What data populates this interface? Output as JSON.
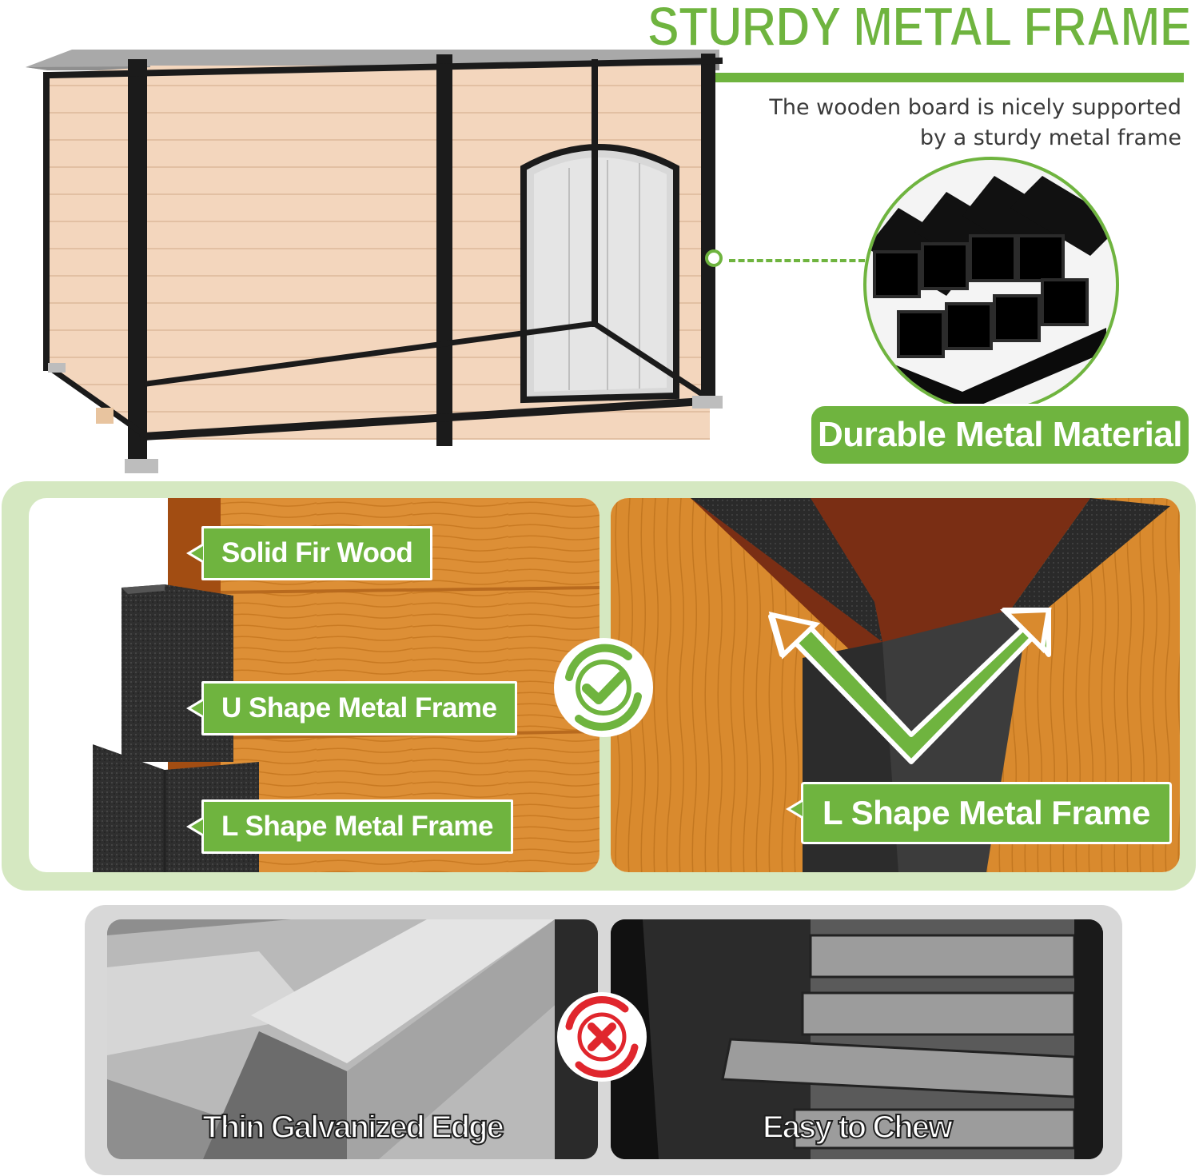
{
  "header": {
    "title": "STURDY METAL FRAME",
    "subtitle_line1": "The wooden board is nicely supported",
    "subtitle_line2": "by a sturdy metal frame"
  },
  "material": {
    "label": "Durable Metal Material"
  },
  "comparison_good": {
    "tags": {
      "wood": "Solid Fir Wood",
      "u_frame": "U Shape Metal Frame",
      "l_frame": "L Shape Metal Frame"
    },
    "right_tag": "L Shape Metal Frame",
    "badge_icon": "check-circle-icon"
  },
  "comparison_bad": {
    "left_label": "Thin Galvanized Edge",
    "right_label": "Easy to Chew",
    "badge_icon": "x-circle-icon"
  },
  "colors": {
    "accent_green": "#6fb43f",
    "panel_green": "#d5e8c1",
    "panel_grey": "#d8d8d8",
    "wood_light": "#f3d6bd",
    "wood_orange": "#d98a2e",
    "metal_black": "#1b1b1b",
    "bad_red": "#e0262d"
  }
}
